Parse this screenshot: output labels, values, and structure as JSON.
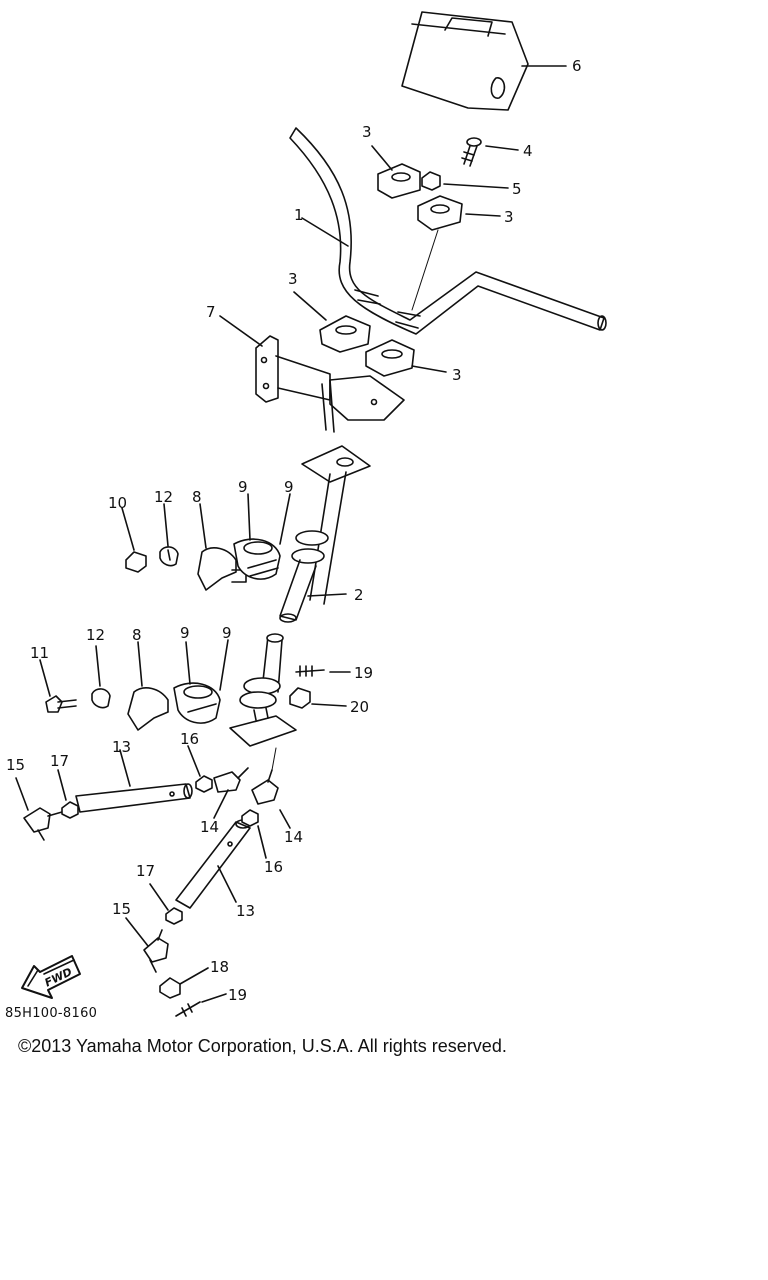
{
  "callouts": {
    "c1": "1",
    "c2": "2",
    "c3a": "3",
    "c3b": "3",
    "c3c": "3",
    "c3d": "3",
    "c4": "4",
    "c5": "5",
    "c6": "6",
    "c7": "7",
    "c8a": "8",
    "c8b": "8",
    "c9a": "9",
    "c9b": "9",
    "c9c": "9",
    "c9d": "9",
    "c10": "10",
    "c11": "11",
    "c12a": "12",
    "c12b": "12",
    "c13a": "13",
    "c13b": "13",
    "c14a": "14",
    "c14b": "14",
    "c15a": "15",
    "c15b": "15",
    "c16a": "16",
    "c16b": "16",
    "c17a": "17",
    "c17b": "17",
    "c18": "18",
    "c19a": "19",
    "c19b": "19",
    "c20": "20"
  },
  "fwd_label": "FWD",
  "part_code": "85H100-8160",
  "copyright": "©2013 Yamaha Motor Corporation, U.S.A. All rights reserved.",
  "colors": {
    "ink": "#111111",
    "paper": "#ffffff"
  }
}
